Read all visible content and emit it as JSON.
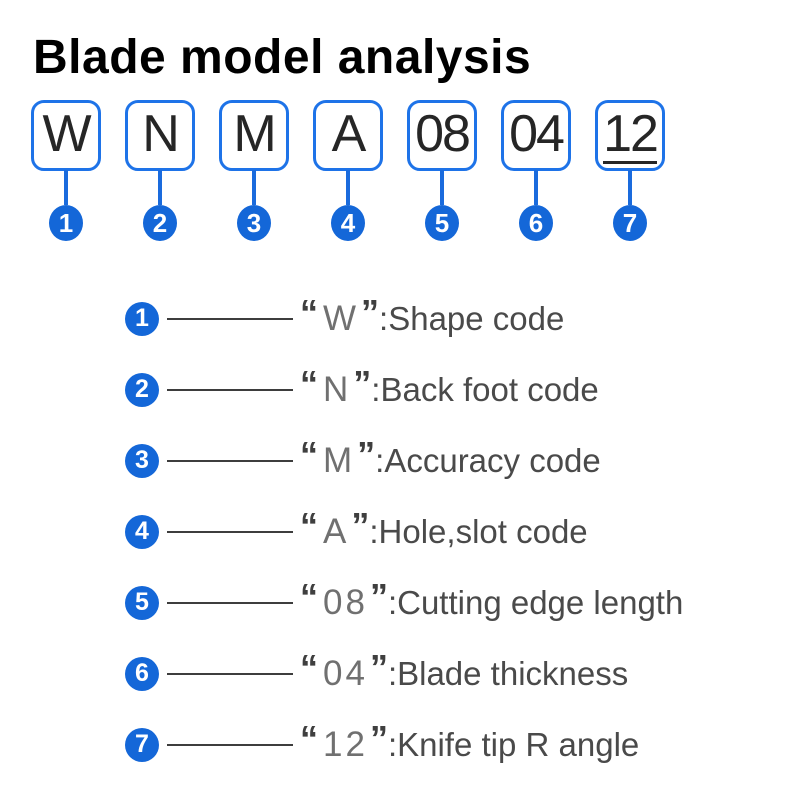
{
  "title": "Blade model analysis",
  "punct": {
    "open": "“",
    "close": "”",
    "colon": ":"
  },
  "colors": {
    "accent_blue": "#1467d8",
    "box_border_blue": "#1e73e8",
    "box_text": "#262626",
    "legend_text_gray": "#4a4a4a"
  },
  "segments": [
    {
      "index": "1",
      "code": "W",
      "description": "Shape code"
    },
    {
      "index": "2",
      "code": "N",
      "description": "Back foot code"
    },
    {
      "index": "3",
      "code": "M",
      "description": "Accuracy code"
    },
    {
      "index": "4",
      "code": "A",
      "description": "Hole,slot code"
    },
    {
      "index": "5",
      "code": "08",
      "description": "Cutting edge length"
    },
    {
      "index": "6",
      "code": "04",
      "description": "Blade thickness"
    },
    {
      "index": "7",
      "code": "12",
      "description": "Knife tip R angle"
    }
  ]
}
